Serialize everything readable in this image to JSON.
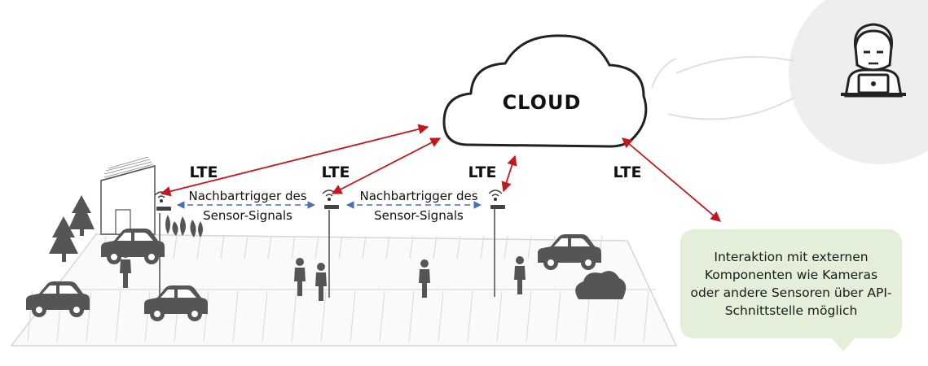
{
  "cloud": {
    "label": "CLOUD"
  },
  "connections": {
    "lte_1": "LTE",
    "lte_2": "LTE",
    "lte_3": "LTE",
    "lte_4": "LTE"
  },
  "neighbor_trigger": {
    "left_line1": "Nachbartrigger des",
    "left_line2": "Sensor-Signals",
    "right_line1": "Nachbartrigger des",
    "right_line2": "Sensor-Signals"
  },
  "info_bubble": {
    "text": "Interaktion mit externen Komponenten wie Kameras  oder andere Sensoren über  API-Schnittstelle möglich"
  },
  "colors": {
    "lte_arrow": "#c4161c",
    "trigger_arrow": "#4a6fb5",
    "bubble_bg": "#e3efd8",
    "user_circle": "#eeeeee",
    "pictogram": "#555555"
  },
  "icons": {
    "user": "person-with-laptop-icon",
    "sensor": "sensor-streetlight-icon",
    "car": "car-icon",
    "pedestrian": "pedestrian-icon",
    "tree": "tree-icon",
    "building": "building-icon"
  }
}
